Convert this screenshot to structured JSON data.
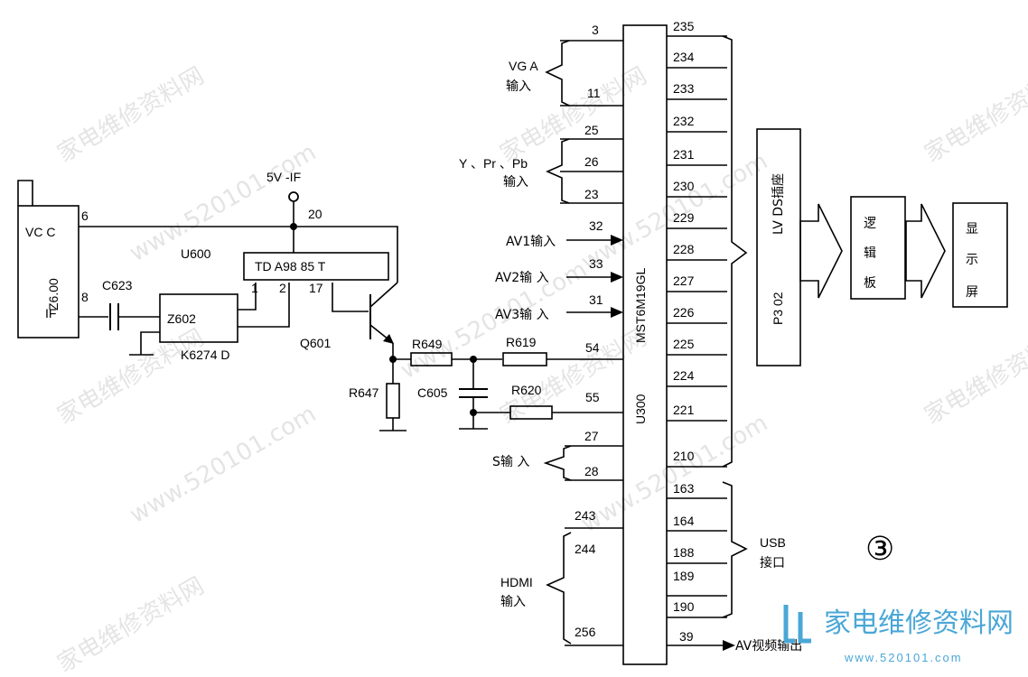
{
  "watermark": {
    "cn": "家电维修资料网",
    "url": "www.520101.com"
  },
  "logo": {
    "text": "家电维修资料网",
    "url": "www.520101.com"
  },
  "circle_number": "③",
  "tuner": {
    "vcc": "VC C",
    "name": "Z6.00",
    "if": "IF",
    "pin6": "6",
    "pin8": "8"
  },
  "power": {
    "label": "5V -IF",
    "pin": "20"
  },
  "u600": {
    "ref": "U600",
    "part": "TD A98 85 T",
    "pin1": "1",
    "pin2": "2",
    "pin17": "17"
  },
  "saw": {
    "ref": "Z602",
    "part": "K6274 D"
  },
  "components": {
    "c623": "C623",
    "q601": "Q601",
    "r649": "R649",
    "r619": "R619",
    "r647": "R647",
    "c605": "C605",
    "r620": "R620"
  },
  "u300": {
    "ref": "U300",
    "part": "MST6M19GL"
  },
  "inputs": {
    "vga": [
      "VG A",
      "输入"
    ],
    "vga_pins": [
      "3",
      "11"
    ],
    "ypbpr": [
      "Y 、Pr 、Pb",
      "输入"
    ],
    "ypbpr_pins": [
      "25",
      "26",
      "23"
    ],
    "av1": "AV1输入",
    "av1_pin": "32",
    "av2": "AV2输 入",
    "av2_pin": "33",
    "av3": "AV3输 入",
    "av3_pin": "31",
    "tv_pins": [
      "54",
      "55"
    ],
    "s": "S输 入",
    "s_pins": [
      "27",
      "28"
    ],
    "hdmi": [
      "HDMI",
      "输入"
    ],
    "hdmi_pins": [
      "243",
      "244",
      "256"
    ]
  },
  "outputs": {
    "lvds_pins": [
      "235",
      "234",
      "233",
      "232",
      "231",
      "230",
      "229",
      "228",
      "227",
      "226",
      "225",
      "224",
      "221",
      "210"
    ],
    "usb_pins": [
      "163",
      "164",
      "188",
      "189",
      "190"
    ],
    "usb_label": [
      "USB",
      "接口"
    ],
    "av_out_pin": "39",
    "av_out": "AV视频输出"
  },
  "blocks": {
    "lvds": "LV DS插座",
    "p302": "P3 02",
    "logic_board": [
      "逻",
      "辑",
      "板"
    ],
    "display": [
      "显",
      "示",
      "屏"
    ]
  }
}
